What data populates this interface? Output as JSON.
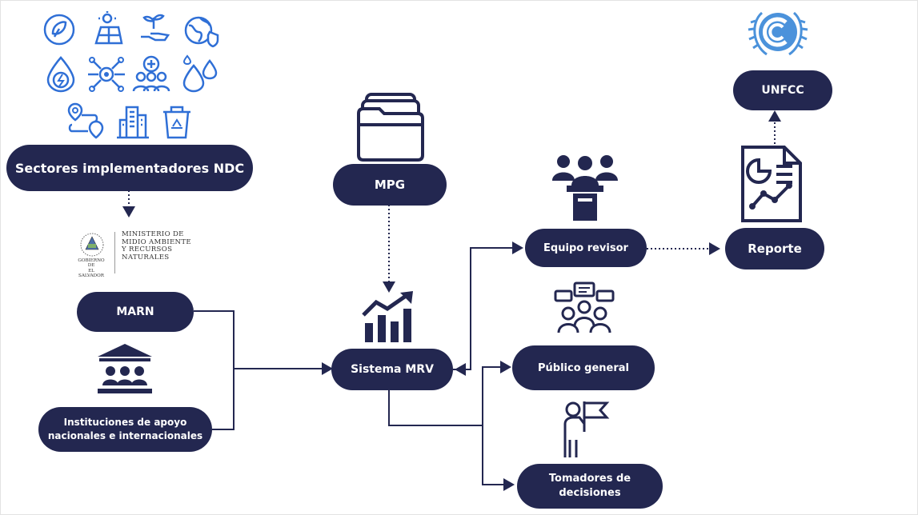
{
  "nodes": {
    "sectores": "Sectores implementadores NDC",
    "marn": "MARN",
    "instituciones_line1": "Instituciones de apoyo",
    "instituciones_line2": "nacionales e internacionales",
    "mpg": "MPG",
    "sistema_mrv": "Sistema MRV",
    "equipo_revisor": "Equipo revisor",
    "publico_general": "Público general",
    "tomadores_line1": "Tomadores de",
    "tomadores_line2": "decisiones",
    "reporte": "Reporte",
    "unfcc": "UNFCC"
  },
  "ministry_logo": {
    "line1": "MINISTERIO DE",
    "line2": "MIDIO AMBIENTE",
    "line3": "Y RECURSOS",
    "line4": "NATURALES",
    "gov_line1": "GOBIERNO DE",
    "gov_line2": "EL SALVADOR"
  },
  "colors": {
    "node_fill": "#232750",
    "icon_blue": "#2f6fd6",
    "icon_navy": "#232750",
    "un_blue": "#4b92db"
  },
  "icons": [
    "energy-leaf-plug-icon",
    "solar-panel-icon",
    "plant-hand-icon",
    "globe-health-icon",
    "water-energy-drop-icon",
    "circular-network-icon",
    "health-community-icon",
    "water-drops-icon",
    "route-map-icon",
    "city-buildings-icon",
    "recycling-bin-icon",
    "folder-documents-icon",
    "growth-bar-chart-icon",
    "reviewers-podium-icon",
    "report-document-icon",
    "public-chat-group-icon",
    "flag-person-icon",
    "institution-building-icon",
    "un-climate-emblem-icon",
    "el-salvador-seal-icon"
  ]
}
